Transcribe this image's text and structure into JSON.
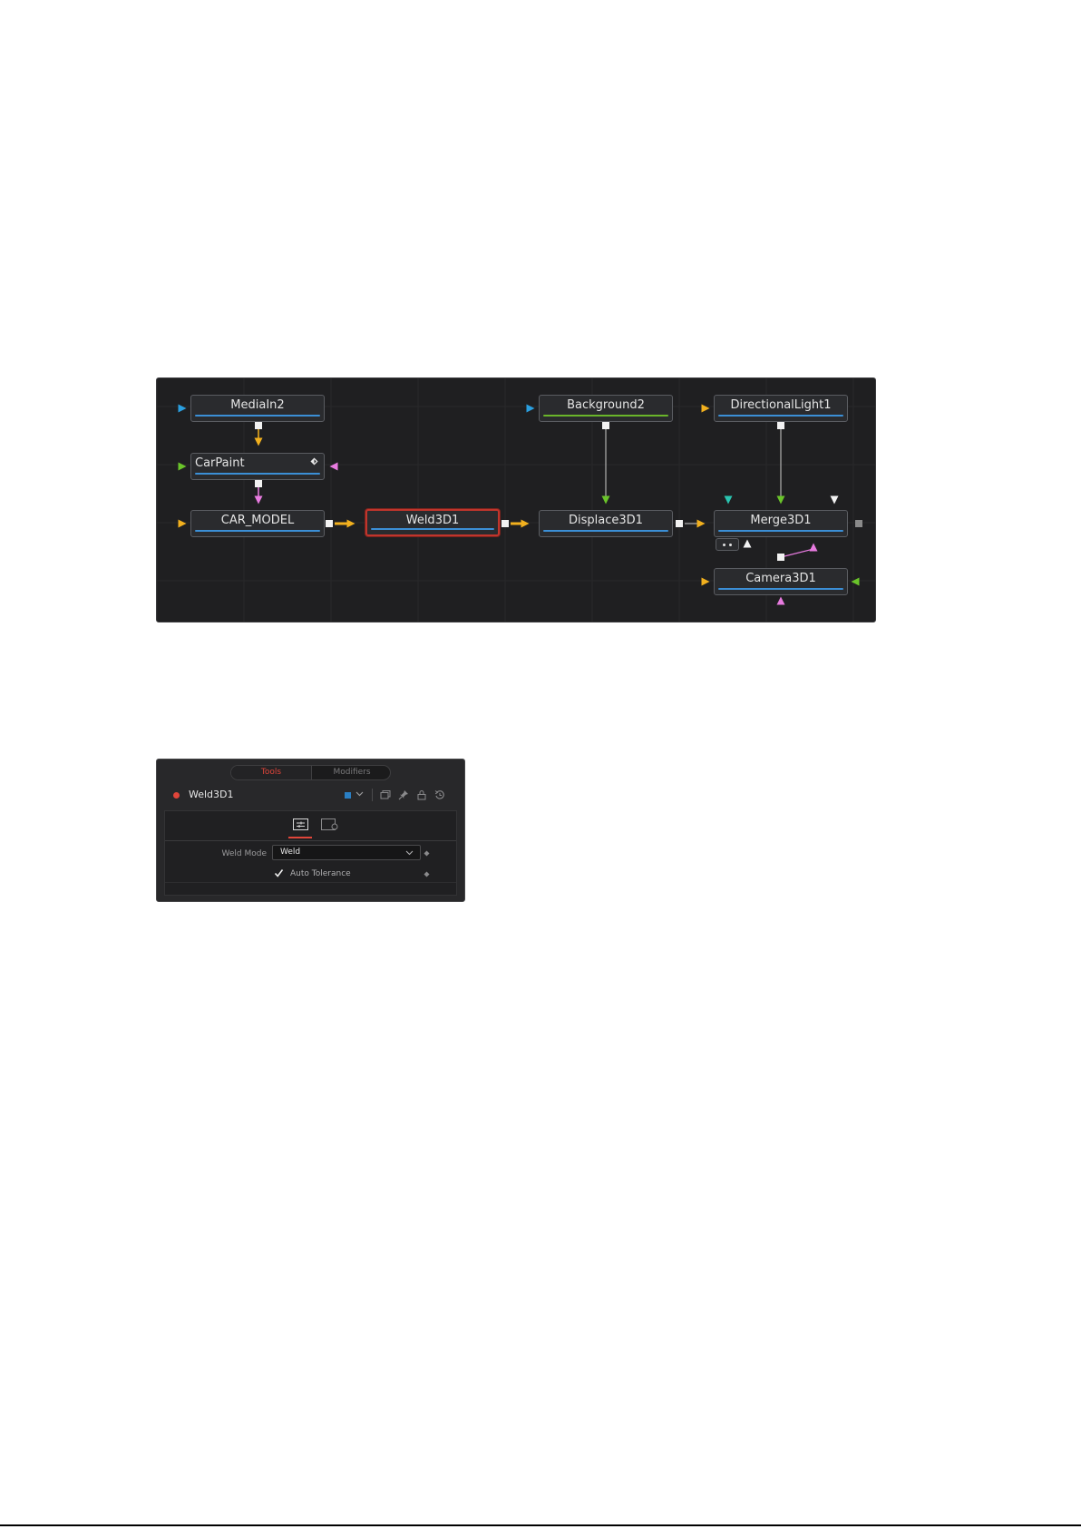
{
  "node_editor": {
    "nodes": [
      {
        "id": "mediain2",
        "label": "MediaIn2",
        "bar_color": "#3b8fd6"
      },
      {
        "id": "carpaint",
        "label": "CarPaint",
        "bar_color": "#3b8fd6"
      },
      {
        "id": "car_model",
        "label": "CAR_MODEL",
        "bar_color": "#3b8fd6"
      },
      {
        "id": "weld3d1",
        "label": "Weld3D1",
        "bar_color": "#3b8fd6",
        "selected": true
      },
      {
        "id": "displace3d1",
        "label": "Displace3D1",
        "bar_color": "#3b8fd6"
      },
      {
        "id": "background2",
        "label": "Background2",
        "bar_color": "#6ab52a"
      },
      {
        "id": "directionallight1",
        "label": "DirectionalLight1",
        "bar_color": "#3b8fd6"
      },
      {
        "id": "merge3d1",
        "label": "Merge3D1",
        "bar_color": "#3b8fd6"
      },
      {
        "id": "camera3d1",
        "label": "Camera3D1",
        "bar_color": "#3b8fd6"
      }
    ],
    "connections": [
      {
        "from": "mediain2",
        "to": "carpaint",
        "color": "#f2b01e"
      },
      {
        "from": "carpaint",
        "to": "car_model",
        "color": "#e87be0"
      },
      {
        "from": "car_model",
        "to": "weld3d1",
        "color": "#f2b01e"
      },
      {
        "from": "weld3d1",
        "to": "displace3d1",
        "color": "#f2b01e"
      },
      {
        "from": "background2",
        "to": "displace3d1",
        "color": "#cccccc"
      },
      {
        "from": "displace3d1",
        "to": "merge3d1",
        "color": "#cccccc"
      },
      {
        "from": "directionallight1",
        "to": "merge3d1",
        "color": "#cccccc"
      },
      {
        "from": "camera3d1",
        "to": "merge3d1",
        "color": "#e87be0"
      }
    ],
    "port_colors": {
      "orange": "#f2b01e",
      "blue": "#2a9fe0",
      "green": "#6ac42a",
      "pink": "#e87be0",
      "teal": "#2ac4b0",
      "white": "#f2f2f2",
      "output": "#f2f2f2",
      "merge_output": "#8a8a8a"
    }
  },
  "inspector": {
    "tabs": {
      "tools": "Tools",
      "modifiers": "Modifiers",
      "active": "tools"
    },
    "tool_name": "Weld3D1",
    "tool_color": "#2a7fc4",
    "status_color": "#e0453a",
    "header_icons": [
      "versions-icon",
      "pin-icon",
      "lock-icon",
      "reset-icon"
    ],
    "panel_tabs": [
      "controls-icon",
      "settings-icon"
    ],
    "weld_mode": {
      "label": "Weld Mode",
      "value": "Weld"
    },
    "auto_tolerance": {
      "label": "Auto Tolerance",
      "checked": true
    }
  }
}
